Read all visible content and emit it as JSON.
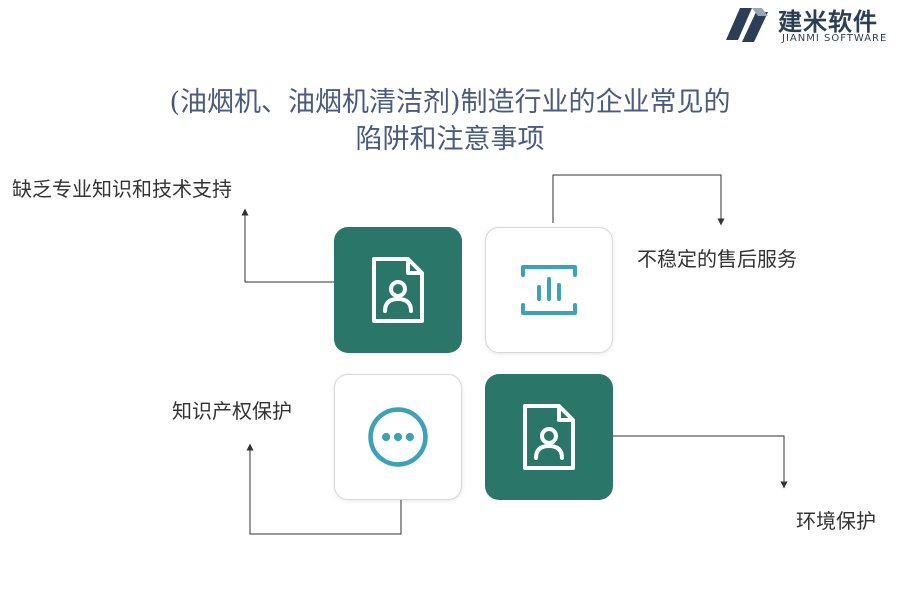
{
  "brand": {
    "name_cn": "建米软件",
    "name_en": "JIANMI SOFTWARE"
  },
  "title": {
    "line1": "(油烟机、油烟机清洁剂)制造行业的企业常见的",
    "line2": "陷阱和注意事项"
  },
  "items": [
    {
      "label": "缺乏专业知识和技术支持",
      "icon": "document-person-icon",
      "style": "dark"
    },
    {
      "label": "不稳定的售后服务",
      "icon": "bar-chart-frame-icon",
      "style": "light"
    },
    {
      "label": "知识产权保护",
      "icon": "ellipsis-circle-icon",
      "style": "light"
    },
    {
      "label": "环境保护",
      "icon": "document-person-icon",
      "style": "dark"
    }
  ],
  "colors": {
    "dark_tile": "#2a7769",
    "icon_teal": "#3aa3b8",
    "title": "#4a5a80",
    "connector": "#333333"
  }
}
